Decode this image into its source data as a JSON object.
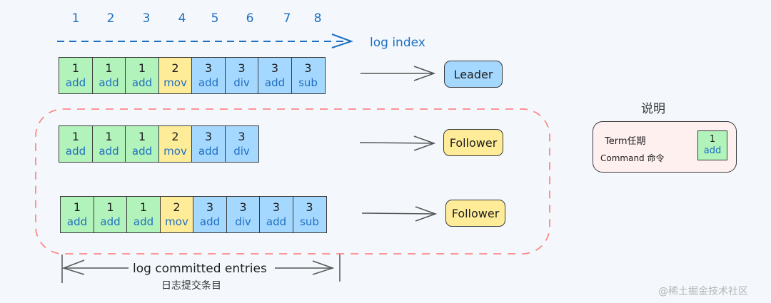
{
  "log_index": {
    "indices": [
      "1",
      "2",
      "3",
      "4",
      "5",
      "6",
      "7",
      "8"
    ],
    "label": "log index"
  },
  "rows": [
    {
      "role": "Leader",
      "entries": [
        {
          "term": "1",
          "cmd": "add",
          "color": "green"
        },
        {
          "term": "1",
          "cmd": "add",
          "color": "green"
        },
        {
          "term": "1",
          "cmd": "add",
          "color": "green"
        },
        {
          "term": "2",
          "cmd": "mov",
          "color": "yellow"
        },
        {
          "term": "3",
          "cmd": "add",
          "color": "blue"
        },
        {
          "term": "3",
          "cmd": "div",
          "color": "blue"
        },
        {
          "term": "3",
          "cmd": "add",
          "color": "blue"
        },
        {
          "term": "3",
          "cmd": "sub",
          "color": "blue"
        }
      ]
    },
    {
      "role": "Follower",
      "entries": [
        {
          "term": "1",
          "cmd": "add",
          "color": "green"
        },
        {
          "term": "1",
          "cmd": "add",
          "color": "green"
        },
        {
          "term": "1",
          "cmd": "add",
          "color": "green"
        },
        {
          "term": "2",
          "cmd": "mov",
          "color": "yellow"
        },
        {
          "term": "3",
          "cmd": "add",
          "color": "blue"
        },
        {
          "term": "3",
          "cmd": "div",
          "color": "blue"
        }
      ]
    },
    {
      "role": "Follower",
      "entries": [
        {
          "term": "1",
          "cmd": "add",
          "color": "green"
        },
        {
          "term": "1",
          "cmd": "add",
          "color": "green"
        },
        {
          "term": "1",
          "cmd": "add",
          "color": "green"
        },
        {
          "term": "2",
          "cmd": "mov",
          "color": "yellow"
        },
        {
          "term": "3",
          "cmd": "add",
          "color": "blue"
        },
        {
          "term": "3",
          "cmd": "div",
          "color": "blue"
        },
        {
          "term": "3",
          "cmd": "add",
          "color": "blue"
        },
        {
          "term": "3",
          "cmd": "sub",
          "color": "blue"
        }
      ]
    }
  ],
  "legend": {
    "title": "说明",
    "term_label": "Term任期",
    "command_label": "Command 命令",
    "sample_term": "1",
    "sample_cmd": "add"
  },
  "committed": {
    "label": "log committed entries",
    "sublabel": "日志提交条目"
  },
  "colors": {
    "green": "#b2f2bb",
    "yellow": "#ffec99",
    "blue": "#a5d8ff",
    "index_blue": "#1f6fc0",
    "dashed_red": "#ff8787",
    "legend_bg": "#fff0f0"
  },
  "watermark": "@稀土掘金技术社区"
}
